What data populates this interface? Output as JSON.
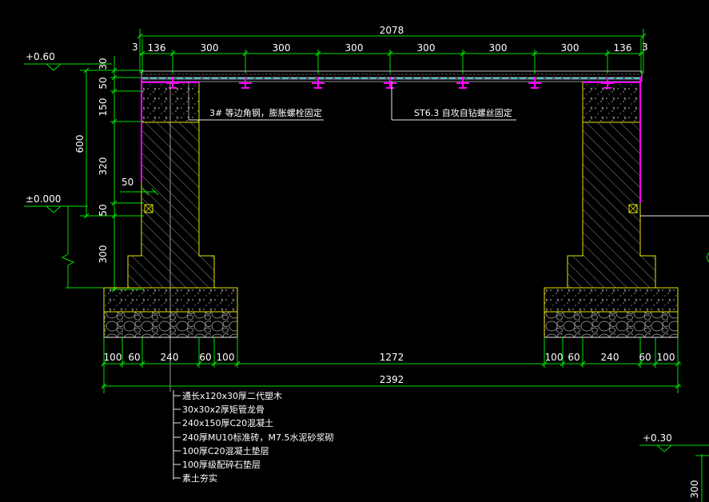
{
  "drawing": {
    "top_dims": {
      "overall": "2078",
      "left_edge": "3",
      "right_edge": "3",
      "segments": [
        "136",
        "300",
        "300",
        "300",
        "300",
        "300",
        "300",
        "136"
      ]
    },
    "left_dims": [
      "30",
      "50",
      "150",
      "600",
      "320",
      "50",
      "300"
    ],
    "small_dim": "50",
    "bottom_dims": {
      "left_group": [
        "100",
        "60",
        "240",
        "60",
        "100"
      ],
      "middle": "1272",
      "right_group": [
        "100",
        "60",
        "240",
        "60",
        "100"
      ],
      "overall": "2392"
    },
    "levels": {
      "top_left": "+0.60",
      "ground_left": "±0.000",
      "right": "+0.30",
      "right_dim": "300"
    },
    "callouts": {
      "angle_steel": "3# 等边角钢，膨胀螺栓固定",
      "screw": "ST6.3 自攻自钻螺丝固定"
    },
    "legend": [
      "通长x120x30厚二代塑木",
      "30x30x2厚矩管龙骨",
      "240x150厚C20混凝土",
      "240厚MU10标准砖，M7.5水泥砂浆砌",
      "100厚C20混凝土垫层",
      "100厚级配碎石垫层",
      "素土夯实"
    ],
    "colors": {
      "dimension": "#00e000",
      "outline": "#e6e600",
      "steel": "#ff00ff",
      "text": "#ffffff",
      "background": "#000000"
    }
  }
}
